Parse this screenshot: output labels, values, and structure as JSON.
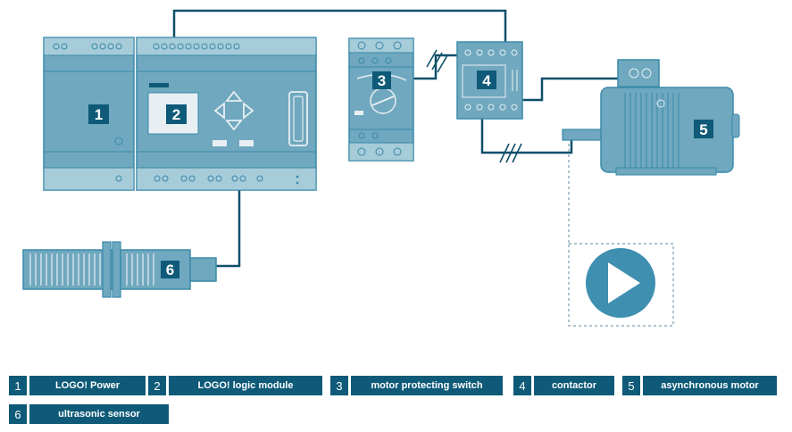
{
  "colors": {
    "device_fill": "#6fa8bf",
    "device_light": "#a6cbd9",
    "device_stroke": "#3a8aa8",
    "wire": "#0e4f6a",
    "badge": "#0e5a78",
    "play_button": "#3e8fb0"
  },
  "components": {
    "power": {
      "number": "1"
    },
    "logic": {
      "number": "2"
    },
    "switch": {
      "number": "3"
    },
    "contactor": {
      "number": "4"
    },
    "motor": {
      "number": "5"
    },
    "sensor": {
      "number": "6"
    }
  },
  "icons": {
    "play": "play-icon"
  },
  "legend": [
    {
      "number": "1",
      "label": "LOGO! Power"
    },
    {
      "number": "2",
      "label": "LOGO! logic module"
    },
    {
      "number": "3",
      "label": "motor protecting switch"
    },
    {
      "number": "4",
      "label": "contactor"
    },
    {
      "number": "5",
      "label": "asynchronous motor"
    },
    {
      "number": "6",
      "label": "ultrasonic sensor"
    }
  ]
}
